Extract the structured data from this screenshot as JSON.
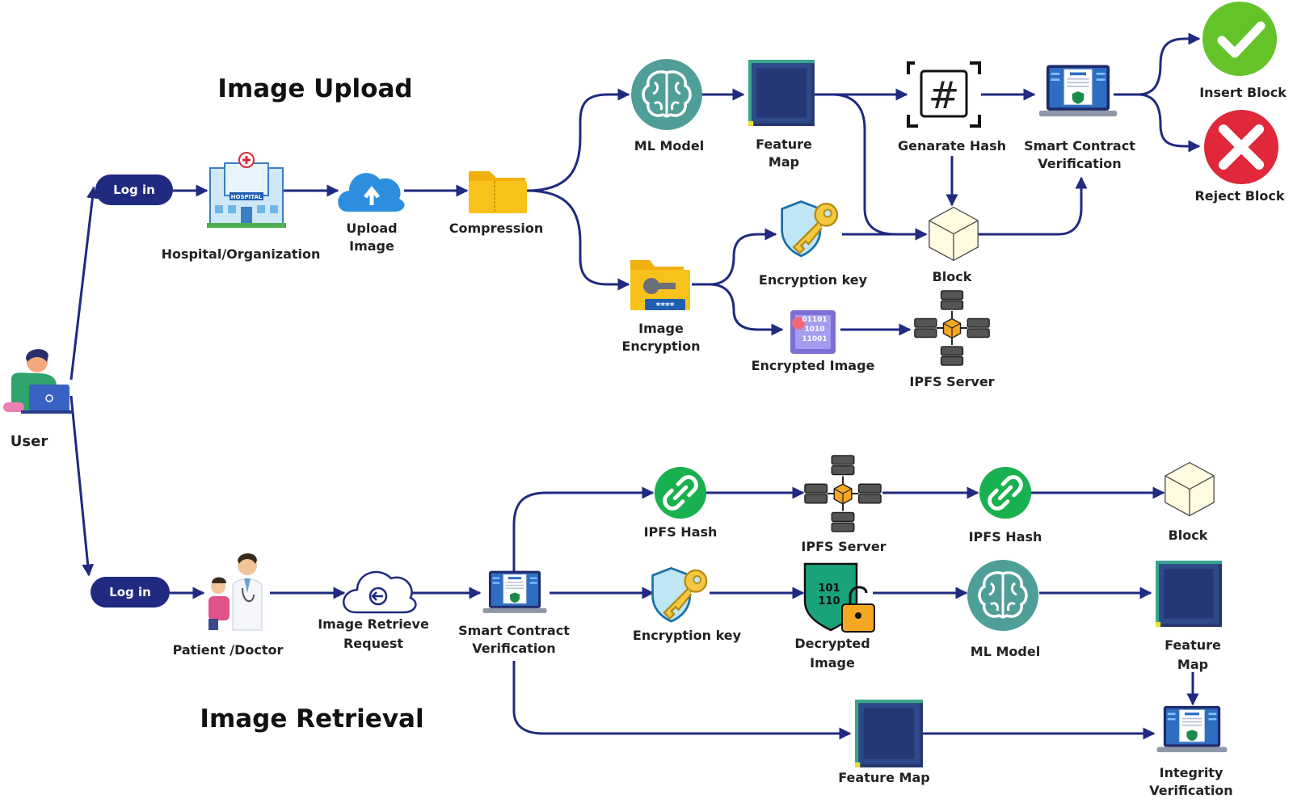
{
  "titles": {
    "upload": "Image Upload",
    "retrieval": "Image Retrieval"
  },
  "user": "User",
  "login_button": "Log in",
  "upload_flow": {
    "hospital": "Hospital/Organization",
    "upload_image": [
      "Upload",
      "Image"
    ],
    "compression": "Compression",
    "ml_model": "ML Model",
    "feature_map": [
      "Feature",
      "Map"
    ],
    "generate_hash": "Genarate Hash",
    "smart_contract": [
      "Smart Contract",
      "Verification"
    ],
    "insert_block": "Insert Block",
    "reject_block": "Reject Block",
    "image_encryption": [
      "Image",
      "Encryption"
    ],
    "encryption_key": "Encryption key",
    "block": "Block",
    "encrypted_image": "Encrypted Image",
    "ipfs_server": "IPFS Server"
  },
  "retrieval_flow": {
    "patient_doctor": "Patient /Doctor",
    "retrieve_request": [
      "Image Retrieve",
      "Request"
    ],
    "smart_contract": [
      "Smart Contract",
      "Verification"
    ],
    "ipfs_hash_1": "IPFS Hash",
    "ipfs_server": "IPFS Server",
    "ipfs_hash_2": "IPFS Hash",
    "block": "Block",
    "encryption_key": "Encryption key",
    "decrypted_image": [
      "Decrypted",
      "Image"
    ],
    "ml_model": "ML Model",
    "feature_map": [
      "Feature",
      "Map"
    ],
    "feature_map_bottom": "Feature Map",
    "integrity_verification": [
      "Integrity",
      "Verification"
    ]
  },
  "icon_text": {
    "hospital_sign": "HOSPITAL",
    "password_mask": "****",
    "binary_1": [
      "01101",
      "1010",
      "11001"
    ],
    "binary_2": [
      "101",
      "110"
    ],
    "hash_symbol": "#"
  },
  "colors": {
    "wire": "#1f2a80",
    "button": "#1f2a80",
    "teal": "#4f9e98",
    "green_check": "#65c32a",
    "red_cross": "#e0283a",
    "ipfs_green": "#19b14f",
    "folder_yellow": "#f8c21a",
    "feature_map": "#2a3c7e"
  }
}
